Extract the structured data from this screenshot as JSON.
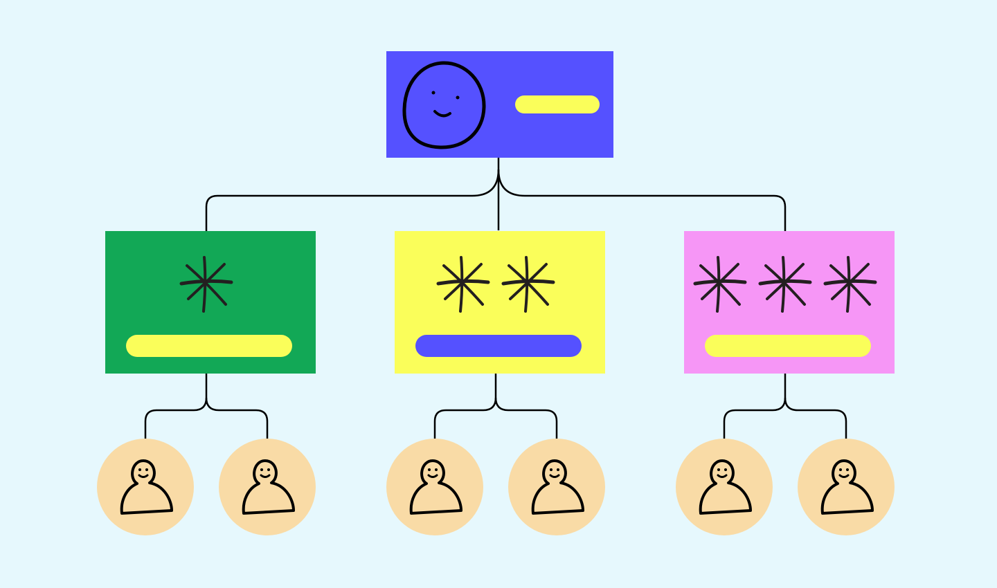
{
  "colors": {
    "background": "#e6f8fd",
    "root_box": "#5551ff",
    "root_pill": "#fafe5a",
    "ink": "#000000",
    "person_circle": "#f9dba6"
  },
  "root": {
    "icon": "smiley-face-icon"
  },
  "branches": [
    {
      "box_color": "#12a856",
      "pill_color": "#fafe5a",
      "star_count": 1,
      "children": 2
    },
    {
      "box_color": "#fafe5a",
      "pill_color": "#5551ff",
      "star_count": 2,
      "children": 2
    },
    {
      "box_color": "#f696f6",
      "pill_color": "#fafe5a",
      "star_count": 3,
      "children": 2
    }
  ]
}
